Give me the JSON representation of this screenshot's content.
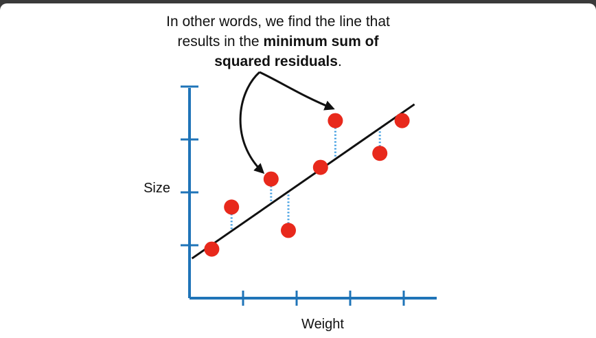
{
  "caption": {
    "line1": "In other words, we find the line that",
    "line2_prefix": "results in the ",
    "line2_bold": "minimum sum of",
    "line3_bold": "squared residuals",
    "line3_suffix": "."
  },
  "chart_data": {
    "type": "scatter",
    "xlabel": "Weight",
    "ylabel": "Size",
    "x_ticks": 4,
    "y_ticks": 4,
    "xlim": [
      0,
      5
    ],
    "ylim": [
      0,
      4.5
    ],
    "points": [
      {
        "x": 0.45,
        "y": 1.05
      },
      {
        "x": 0.85,
        "y": 1.95
      },
      {
        "x": 1.65,
        "y": 2.55
      },
      {
        "x": 2.0,
        "y": 1.45
      },
      {
        "x": 2.65,
        "y": 2.8
      },
      {
        "x": 2.95,
        "y": 3.8
      },
      {
        "x": 3.85,
        "y": 3.1
      },
      {
        "x": 4.3,
        "y": 3.8
      }
    ],
    "fit_line": {
      "x": [
        0.05,
        4.55
      ],
      "y": [
        0.85,
        4.15
      ]
    },
    "point_color": "#e8291c",
    "axis_color": "#1f74b8",
    "residual_color": "#3a9be0",
    "line_color": "#111111"
  }
}
